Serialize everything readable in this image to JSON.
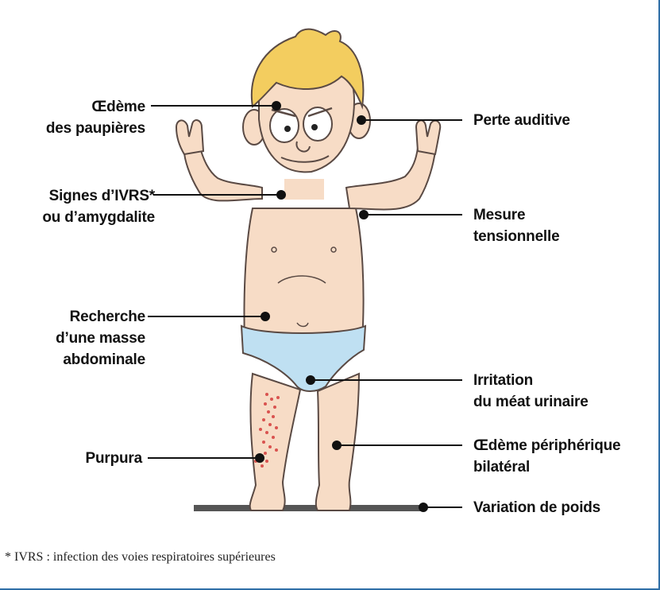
{
  "labels": {
    "left": {
      "oedeme_paupieres_1": "Œdème",
      "oedeme_paupieres_2": "des paupières",
      "ivrs_1": "Signes d’IVRS*",
      "ivrs_2": "ou d’amygdalite",
      "masse_1": "Recherche",
      "masse_2": "d’une masse",
      "masse_3": "abdominale",
      "purpura": "Purpura"
    },
    "right": {
      "perte_auditive": "Perte auditive",
      "tension_1": "Mesure",
      "tension_2": "tensionnelle",
      "irritation_1": "Irritation",
      "irritation_2": "du méat urinaire",
      "oedeme_periph_1": "Œdème périphérique",
      "oedeme_periph_2": "bilatéral",
      "poids": "Variation de poids"
    }
  },
  "footnote": "* IVRS : infection des voies respiratoires supérieures",
  "colors": {
    "skin": "#f7dcc6",
    "skin_outline": "#5a4a44",
    "hair": "#f3cd5f",
    "diaper": "#bfe0f2",
    "purpura": "#d9534f",
    "scale": "#555555",
    "frame": "#2f6fa7"
  }
}
